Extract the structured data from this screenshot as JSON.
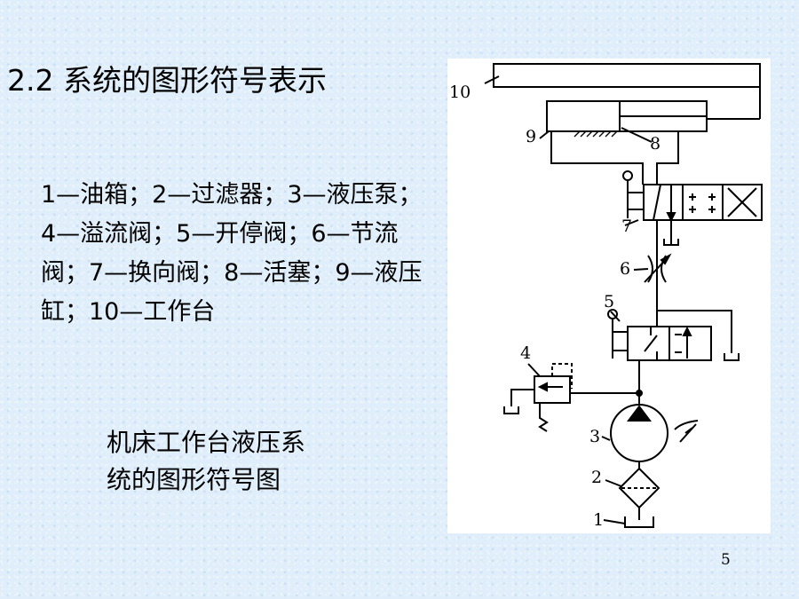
{
  "slide": {
    "title": "2.2  系统的图形符号表示",
    "legend_text": "1—油箱；2—过滤器；3—液压泵；4—溢流阀；5—开停阀；6—节流阀；7—换向阀；8—活塞；9—液压缸；10—工作台",
    "caption_line1": "机床工作台液压系",
    "caption_line2": "统的图形符号图",
    "page_number": "5"
  },
  "diagram": {
    "labels": {
      "n1": "1",
      "n2": "2",
      "n3": "3",
      "n4": "4",
      "n5": "5",
      "n6": "6",
      "n7": "7",
      "n8": "8",
      "n9": "9",
      "n10": "10"
    }
  }
}
